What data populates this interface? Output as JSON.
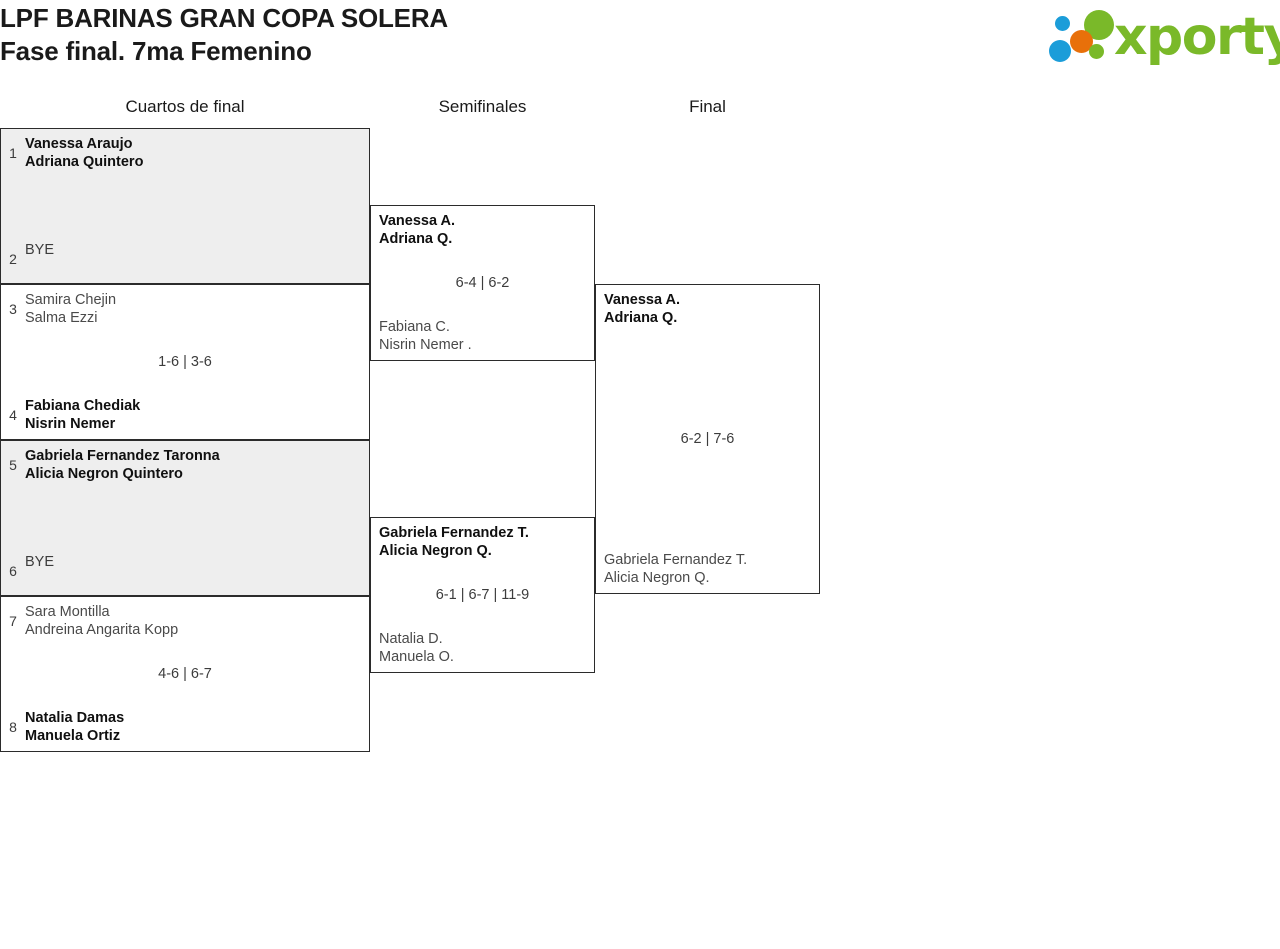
{
  "header": {
    "title_line1": "LPF BARINAS GRAN COPA SOLERA",
    "title_line2": "Fase final. 7ma Femenino",
    "logo": {
      "wordmark": "xporty",
      "green": "#7ab929",
      "orange": "#e8700a",
      "blue": "#1b9dd9"
    }
  },
  "rounds": [
    {
      "label": "Cuartos de final"
    },
    {
      "label": "Semifinales"
    },
    {
      "label": "Final"
    }
  ],
  "bracket": {
    "round1": [
      {
        "shaded": true,
        "score": "",
        "top": {
          "seed": "1",
          "line1": "Vanessa Araujo",
          "line2": "Adriana Quintero",
          "winner": true
        },
        "bottom": {
          "seed": "2",
          "line1": "BYE",
          "line2": "",
          "winner": false,
          "bye": true
        }
      },
      {
        "shaded": false,
        "score": "1-6 | 3-6",
        "top": {
          "seed": "3",
          "line1": "Samira Chejin",
          "line2": "Salma Ezzi",
          "winner": false
        },
        "bottom": {
          "seed": "4",
          "line1": "Fabiana Chediak",
          "line2": "Nisrin Nemer",
          "winner": true
        }
      },
      {
        "shaded": true,
        "score": "",
        "top": {
          "seed": "5",
          "line1": "Gabriela Fernandez Taronna",
          "line2": "Alicia Negron Quintero",
          "winner": true
        },
        "bottom": {
          "seed": "6",
          "line1": "BYE",
          "line2": "",
          "winner": false,
          "bye": true
        }
      },
      {
        "shaded": false,
        "score": "4-6 | 6-7",
        "top": {
          "seed": "7",
          "line1": "Sara Montilla",
          "line2": "Andreina Angarita Kopp",
          "winner": false
        },
        "bottom": {
          "seed": "8",
          "line1": "Natalia Damas",
          "line2": "Manuela Ortiz",
          "winner": true
        }
      }
    ],
    "round2": [
      {
        "score": "6-4 | 6-2",
        "top": {
          "line1": "Vanessa A.",
          "line2": "Adriana Q.",
          "winner": true
        },
        "bottom": {
          "line1": "Fabiana C.",
          "line2": "Nisrin Nemer .",
          "winner": false
        }
      },
      {
        "score": "6-1 | 6-7 | 11-9",
        "top": {
          "line1": "Gabriela Fernandez T.",
          "line2": "Alicia Negron Q.",
          "winner": true
        },
        "bottom": {
          "line1": "Natalia D.",
          "line2": "Manuela O.",
          "winner": false
        }
      }
    ],
    "round3": [
      {
        "score": "6-2 | 7-6",
        "top": {
          "line1": "Vanessa A.",
          "line2": "Adriana Q.",
          "winner": true
        },
        "bottom": {
          "line1": "Gabriela Fernandez T.",
          "line2": "Alicia Negron Q.",
          "winner": false
        }
      }
    ]
  }
}
